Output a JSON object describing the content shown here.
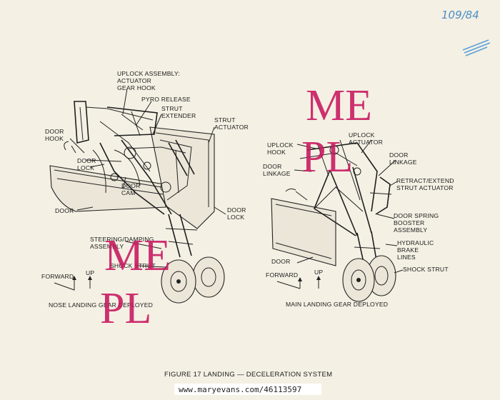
{
  "handwritten_note": "109/84",
  "caption": "FIGURE 17 LANDING — DECELERATION SYSTEM",
  "url": "www.maryevans.com/46113597",
  "watermark": {
    "line1": "ME",
    "line2": "PL"
  },
  "nose_gear": {
    "title": "NOSE LANDING GEAR DEPLOYED",
    "forward": "FORWARD",
    "up": "UP",
    "labels": {
      "uplock_1": "UPLOCK ASSEMBLY:",
      "uplock_2": "ACTUATOR",
      "uplock_3": "GEAR HOOK",
      "pyro": "PYRO RELEASE",
      "strut_ext_1": "STRUT",
      "strut_ext_2": "EXTENDER",
      "strut_act_1": "STRUT",
      "strut_act_2": "ACTUATOR",
      "door_hook_1": "DOOR",
      "door_hook_2": "HOOK",
      "door_lock_1": "DOOR",
      "door_lock_2": "LOCK",
      "door_cam_1": "DOOR",
      "door_cam_2": "CAM",
      "door": "DOOR",
      "door_lock2_1": "DOOR",
      "door_lock2_2": "LOCK",
      "steering_1": "STEERING/DAMPING",
      "steering_2": "ASSEMBLY",
      "shock": "SHOCK STRUT"
    }
  },
  "main_gear": {
    "title": "MAIN LANDING GEAR DEPLOYED",
    "forward": "FORWARD",
    "up": "UP",
    "labels": {
      "uplock_hook_1": "UPLOCK",
      "uplock_hook_2": "HOOK",
      "uplock_act_1": "UPLOCK",
      "uplock_act_2": "ACTUATOR",
      "door_linkage_l_1": "DOOR",
      "door_linkage_l_2": "LINKAGE",
      "door_linkage_r_1": "DOOR",
      "door_linkage_r_2": "LINKAGE",
      "retract_1": "RETRACT/EXTEND",
      "retract_2": "STRUT ACTUATOR",
      "spring_1": "DOOR SPRING",
      "spring_2": "BOOSTER",
      "spring_3": "ASSEMBLY",
      "hyd_1": "HYDRAULIC",
      "hyd_2": "BRAKE",
      "hyd_3": "LINES",
      "shock": "SHOCK STRUT",
      "door": "DOOR"
    }
  }
}
